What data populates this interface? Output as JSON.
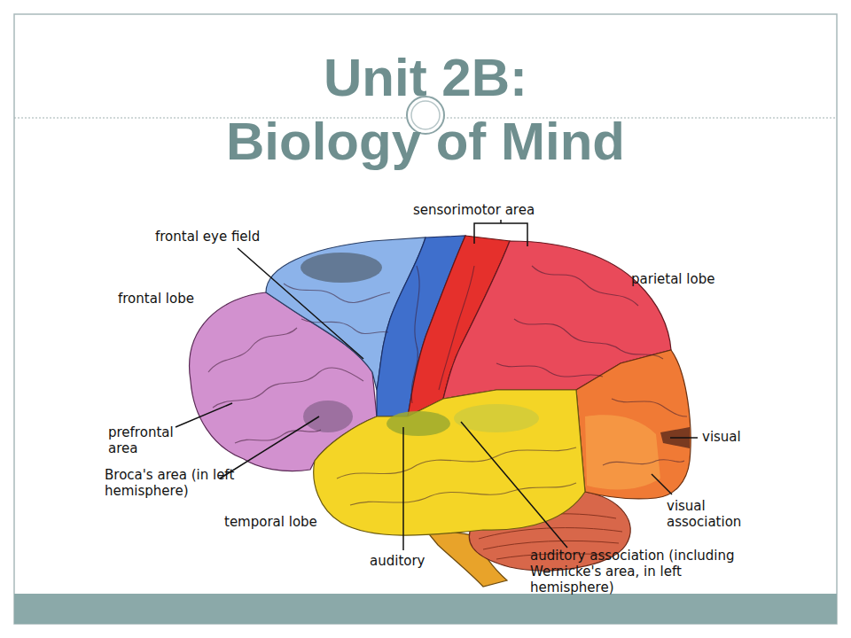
{
  "diagram": {
    "title": "Unit 2B: Biology of Mind",
    "labels": [
      "sensorimotor area",
      "frontal eye field",
      "parietal lobe",
      "frontal lobe",
      "prefrontal area",
      "Broca's area (in left hemisphere)",
      "visual",
      "temporal lobe",
      "visual association",
      "auditory",
      "auditory association (including Wernicke's area, in left hemisphere)"
    ]
  }
}
